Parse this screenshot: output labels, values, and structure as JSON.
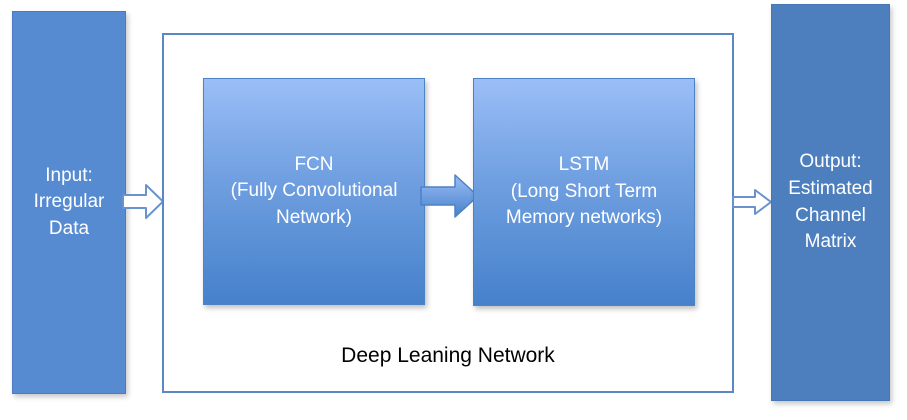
{
  "diagram": {
    "input_box": {
      "label": "Input:\nIrregular\nData"
    },
    "network": {
      "label": "Deep Leaning Network",
      "fcn_box": {
        "label": "FCN\n(Fully Convolutional\nNetwork)"
      },
      "lstm_box": {
        "label": "LSTM\n(Long Short Term\nMemory networks)"
      }
    },
    "output_box": {
      "label": "Output:\nEstimated\nChannel\nMatrix"
    },
    "colors": {
      "input_box_fill": "#568bd2",
      "output_box_fill": "#4d7fbe",
      "gradient_box_top": "#9bbef7",
      "gradient_box_bottom": "#4681cb",
      "gradient_box_border": "#4d82c4",
      "frame_border": "#5b87c5",
      "hollow_arrow_stroke": "#6a93cd",
      "hollow_arrow_fill": "#ffffff",
      "box_text": "#ffffff",
      "frame_label_text": "#000000"
    }
  }
}
